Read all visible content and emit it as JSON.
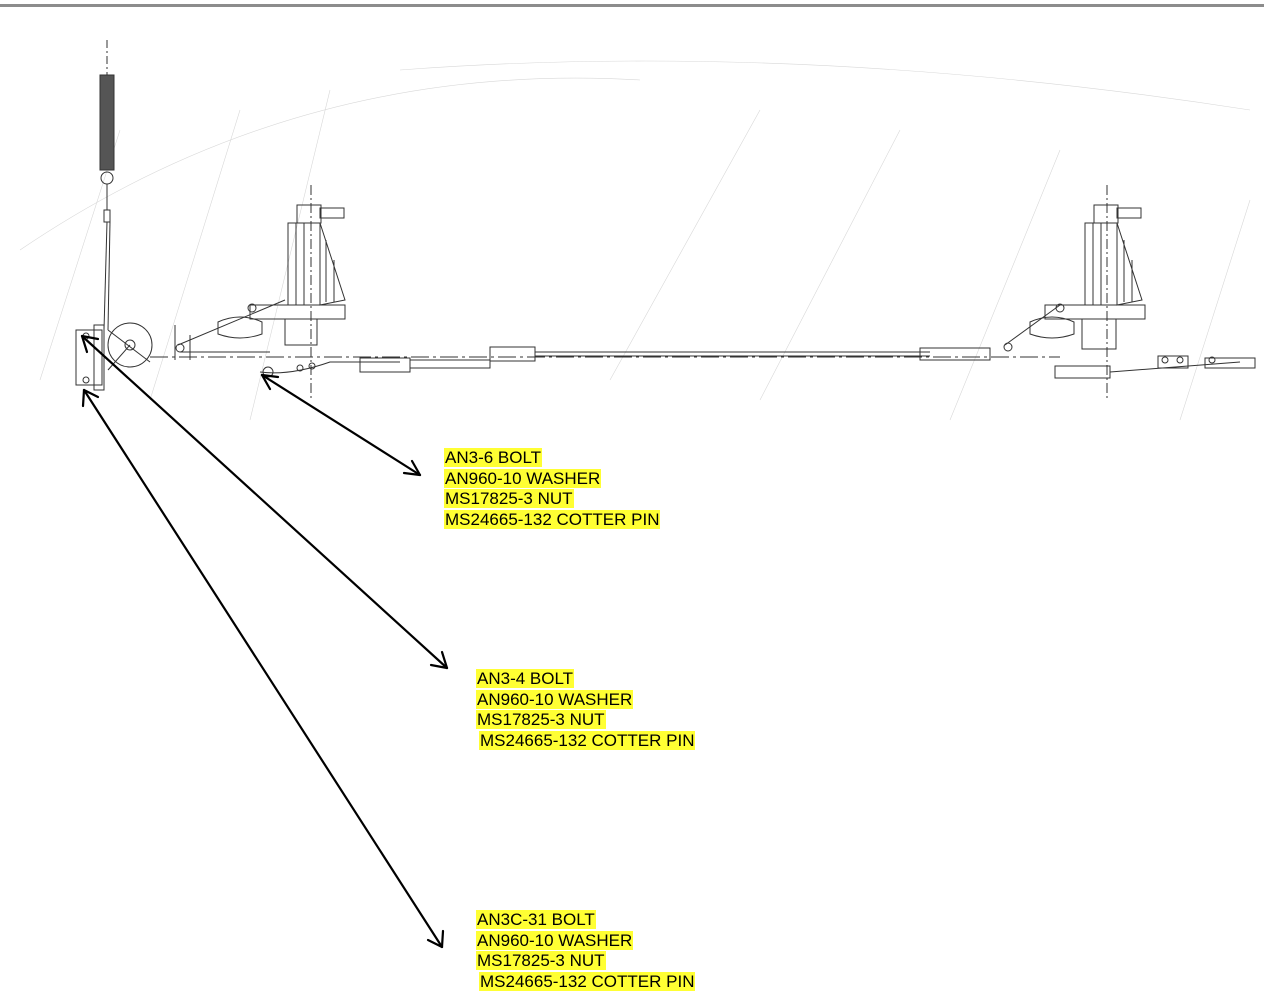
{
  "callouts": [
    {
      "id": "callout-1",
      "lines": [
        "AN3-6 BOLT",
        "AN960-10 WASHER",
        "MS17825-3 NUT",
        "MS24665-132 COTTER PIN"
      ]
    },
    {
      "id": "callout-2",
      "lines": [
        "AN3-4 BOLT",
        "AN960-10 WASHER",
        "MS17825-3 NUT",
        "MS24665-132 COTTER PIN"
      ]
    },
    {
      "id": "callout-3",
      "lines": [
        "AN3C-31 BOLT",
        "AN960-10 WASHER",
        "MS17825-3 NUT",
        "MS24665-132 COTTER PIN"
      ]
    }
  ],
  "colors": {
    "highlight": "#ffff33",
    "line_art": "#333333",
    "arrow": "#000000",
    "top_rule": "#8c8c8c"
  }
}
